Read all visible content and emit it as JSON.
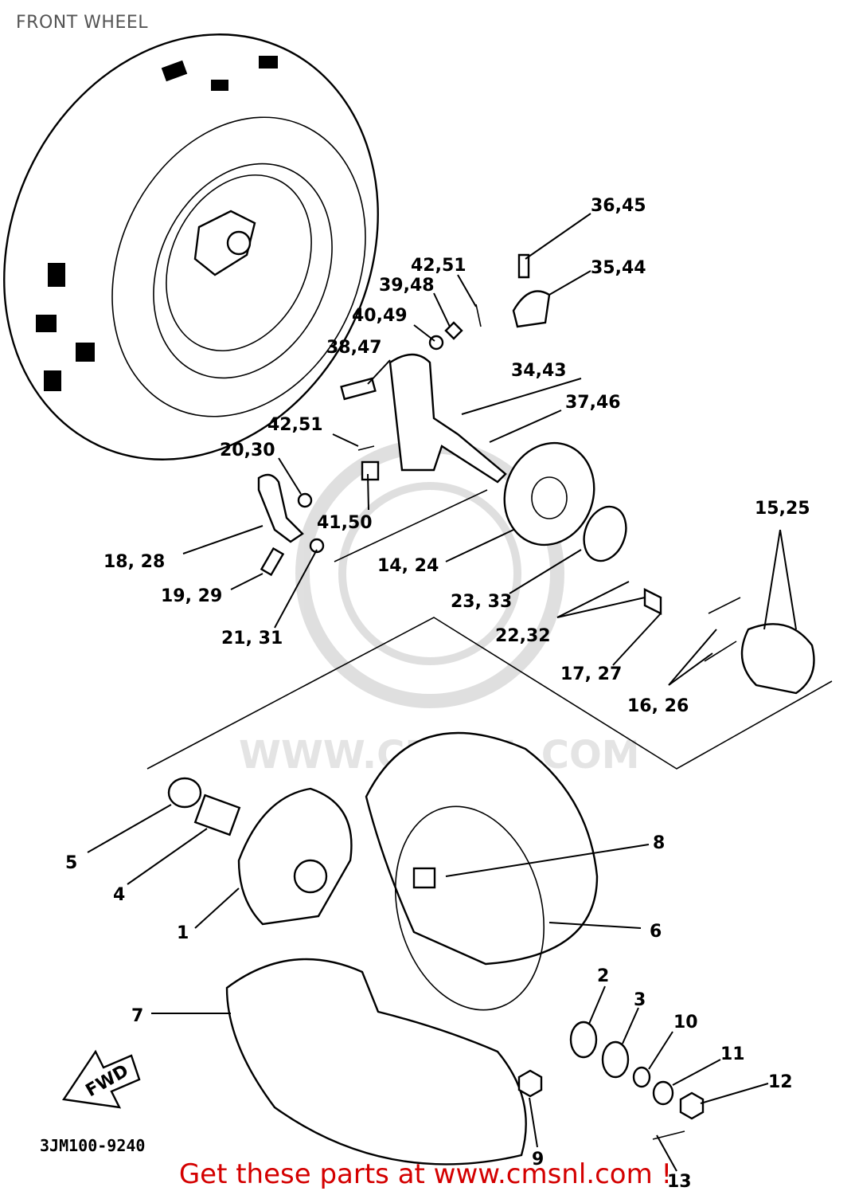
{
  "title": "FRONT WHEEL",
  "diagram_code": "3JM100-9240",
  "direction_label": "FWD",
  "watermark": "WWW.CMSNL.COM",
  "footer_cta": "Get these parts at www.cmsnl.com !",
  "callouts": {
    "c_36_45": "36,45",
    "c_42_51_top": "42,51",
    "c_35_44": "35,44",
    "c_39_48": "39,48",
    "c_40_49": "40,49",
    "c_38_47": "38,47",
    "c_34_43": "34,43",
    "c_37_46": "37,46",
    "c_42_51_mid": "42,51",
    "c_20_30": "20,30",
    "c_41_50": "41,50",
    "c_18_28": "18, 28",
    "c_14_24": "14, 24",
    "c_15_25": "15,25",
    "c_19_29": "19, 29",
    "c_23_33": "23, 33",
    "c_22_32": "22,32",
    "c_21_31": "21, 31",
    "c_17_27": "17, 27",
    "c_16_26": "16, 26",
    "c_8": "8",
    "c_5": "5",
    "c_4": "4",
    "c_1": "1",
    "c_6": "6",
    "c_2": "2",
    "c_3": "3",
    "c_10": "10",
    "c_7": "7",
    "c_11": "11",
    "c_12": "12",
    "c_9": "9",
    "c_13": "13"
  },
  "colors": {
    "footer": "#d40000",
    "line": "#000000",
    "title": "#555555"
  }
}
